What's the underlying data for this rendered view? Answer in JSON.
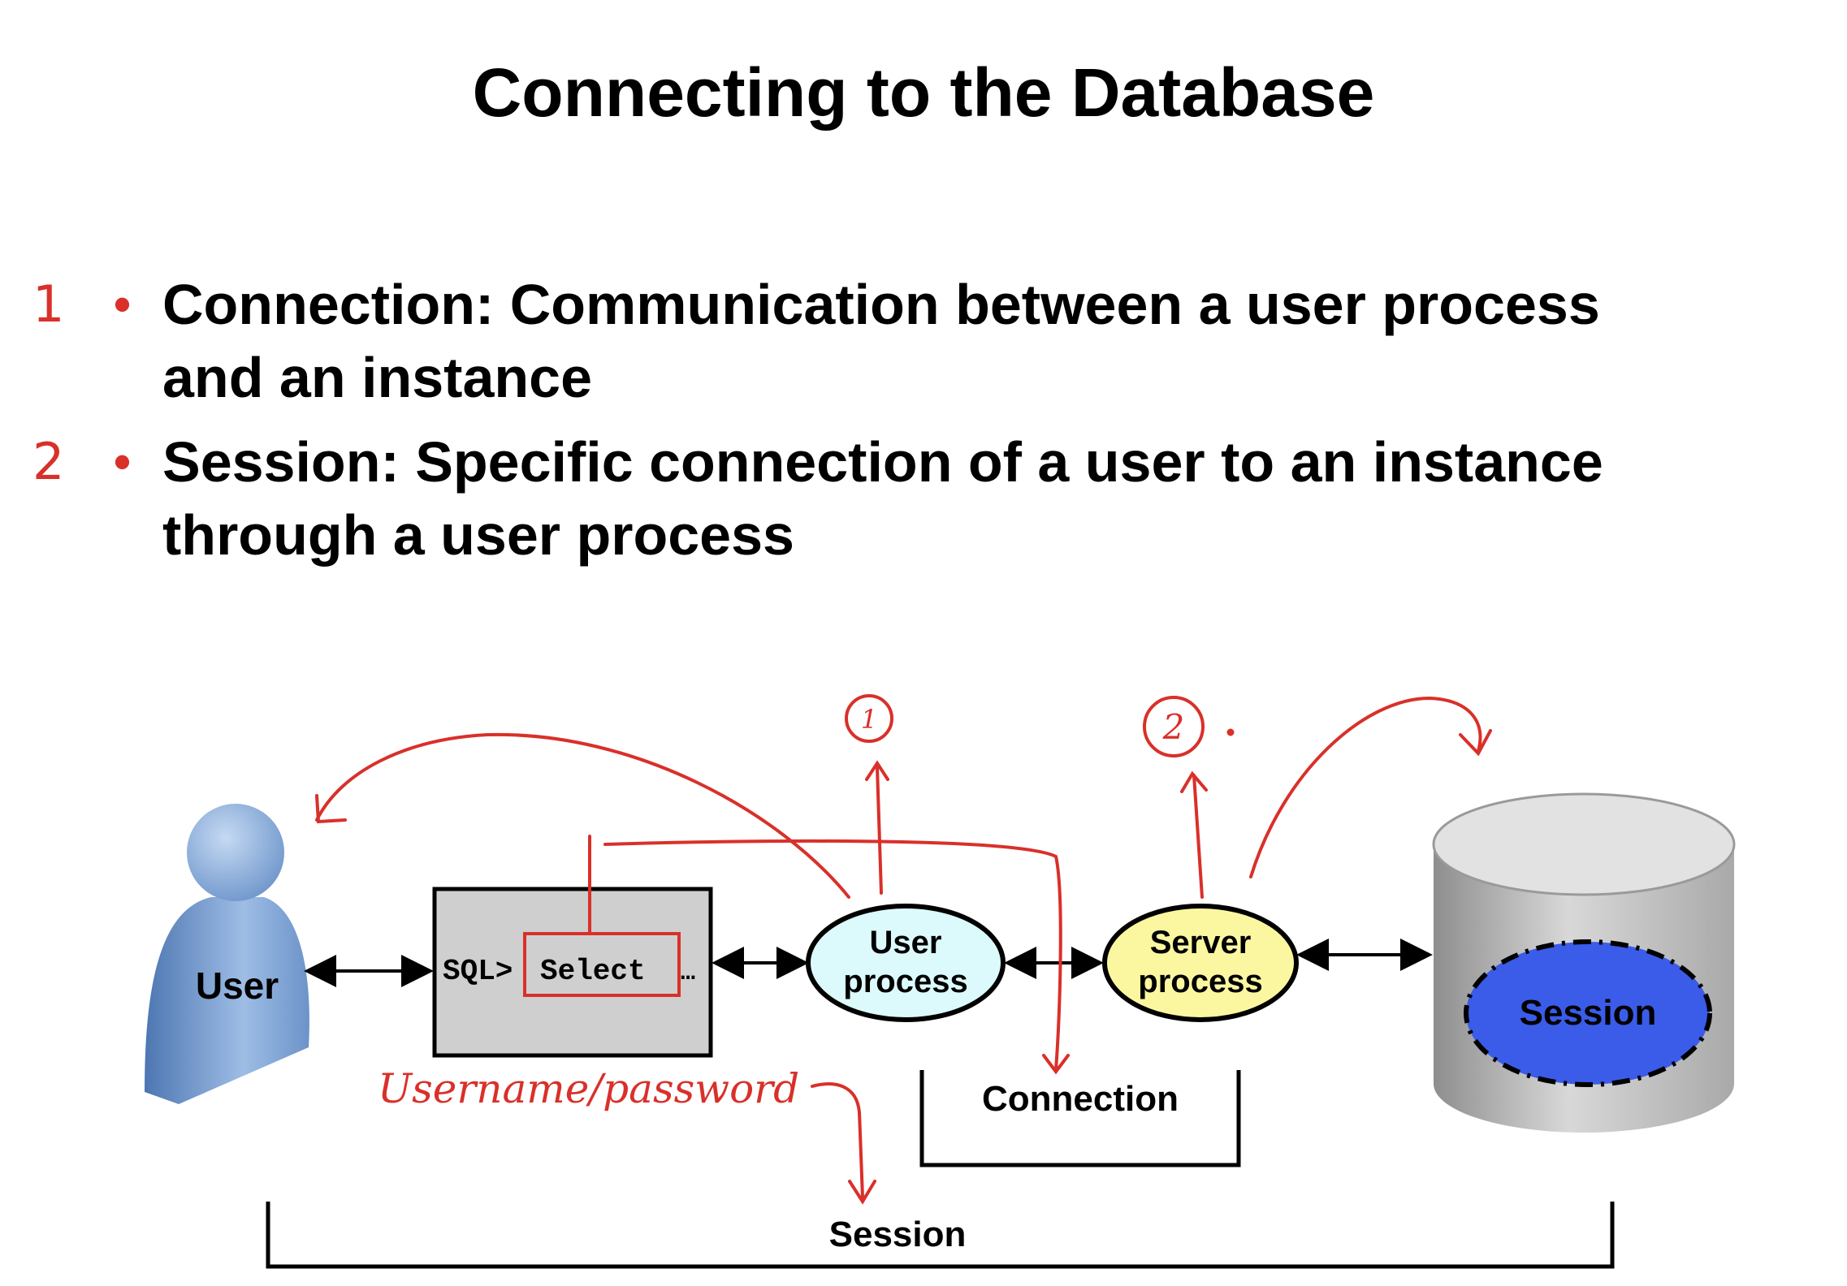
{
  "title": "Connecting to the Database",
  "bullets": [
    {
      "marker": "1",
      "text_line1": "Connection: Communication between a user process",
      "text_line2": "and an instance"
    },
    {
      "marker": "2",
      "text_line1": "Session: Specific connection of a user to an instance",
      "text_line2": "through a user process"
    }
  ],
  "diagram": {
    "user_label": "User",
    "sql_prompt": "SQL>",
    "sql_command": "Select",
    "sql_ellipsis": "…",
    "user_process_line1": "User",
    "user_process_line2": "process",
    "server_process_line1": "Server",
    "server_process_line2": "process",
    "db_session_label": "Session",
    "connection_label": "Connection",
    "session_label": "Session"
  },
  "annotations": {
    "handwritten_note": "Username/password",
    "circle_1": "1",
    "circle_2": "2"
  },
  "colors": {
    "annotation_red": "#d9302a",
    "user_process_fill": "#dcfafb",
    "server_process_fill": "#fbf7a0",
    "session_fill": "#3a5ce8",
    "user_figure": "#7ea3d2"
  }
}
